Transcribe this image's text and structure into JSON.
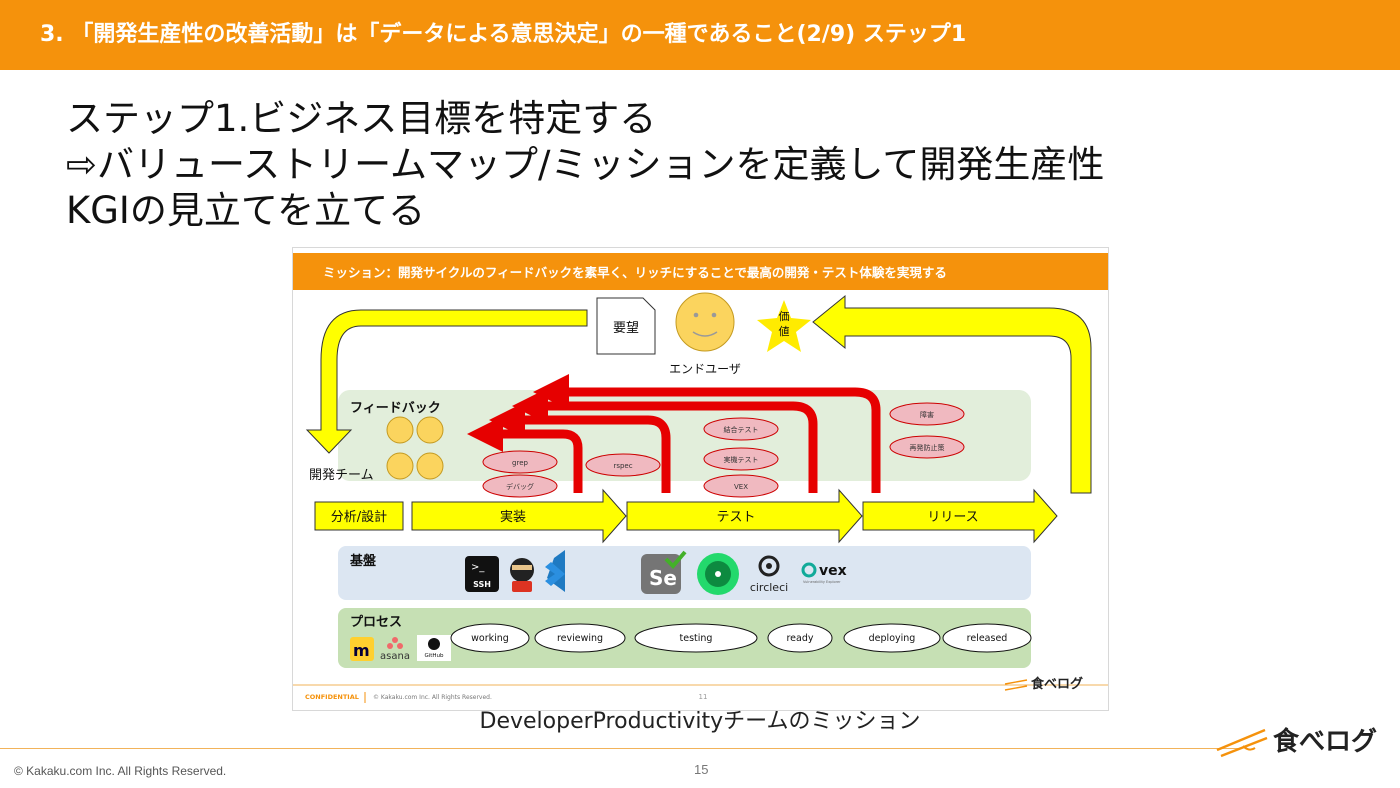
{
  "header": {
    "title": "3. 「開発生産性の改善活動」は「データによる意思決定」の一種であること(2/9) ステップ1"
  },
  "heading": {
    "line1": "ステップ1.ビジネス目標を特定する",
    "line2": "⇨バリューストリームマップ/ミッションを定義して開発生産性",
    "line3": "KGIの見立てを立てる"
  },
  "slide": {
    "mission": "ミッション：開発サイクルのフィードバックを素早く、リッチにすることで最高の開発・テスト体験を実現する",
    "request_doc": "要望",
    "value_star": [
      "価",
      "値"
    ],
    "end_user": "エンドユーザ",
    "feedback_title": "フィードバック",
    "dev_team": "開発チーム",
    "feedback_pills": [
      "grep",
      "デバッグ",
      "rspec",
      "結合テスト",
      "実機テスト",
      "VEX",
      "障害",
      "再発防止策"
    ],
    "stages": [
      "分析/設計",
      "実装",
      "テスト",
      "リリース"
    ],
    "platform_title": "基盤",
    "platform_tools": [
      "SSH",
      "circleci",
      "vex",
      "Vulnerability Explorer"
    ],
    "process_title": "プロセス",
    "process_tools": [
      "asana",
      "GitHub"
    ],
    "process_states": [
      "working",
      "reviewing",
      "testing",
      "ready",
      "deploying",
      "released"
    ],
    "confidential": "CONFIDENTIAL",
    "slide_copyright": "© Kakaku.com Inc. All Rights Reserved.",
    "slide_page": "11",
    "slide_logo": "食べログ"
  },
  "caption": "DeveloperProductivityチームのミッション",
  "footer": {
    "copyright": "© Kakaku.com Inc. All Rights Reserved.",
    "page": "15",
    "logo": "食べログ"
  },
  "colors": {
    "accent": "#f5920c",
    "arrow_yellow": "#ffff00",
    "feedback_red": "#e60000",
    "feedback_band": "#e2eedb",
    "platform_band": "#dce6f2",
    "process_band": "#c6e0b4"
  }
}
